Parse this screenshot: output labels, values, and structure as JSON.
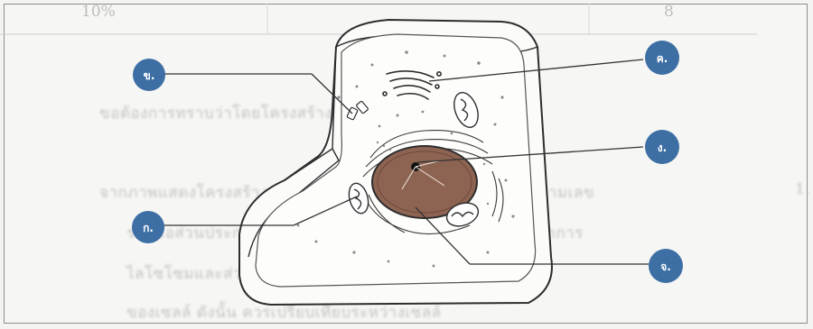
{
  "background_page": {
    "table_cells": [
      "10%",
      "8"
    ],
    "text_lines": [
      "ขอต้องการทราบว่าโดยโครงสร้างอะไรที่แตกต่างเซลล์ทั่วไป",
      "จากภาพแสดงโครงสร้างเซลล์ ให้พิจารณาส่วนประกอบที่กำหนดตามเลข",
      "ระบุชื่อส่วนประกอบและหน้าที่ของแต่ละส่วนให้ถูกต้องตามหลักการ",
      "ไลโซโซมและส่วนอื่นๆ ที่พบภายในเซลล์ตามลำดับที่กำหนดให้",
      "ของเซลล์ ดังนั้น ควรเปรียบเทียบระหว่างเซลล์"
    ],
    "question_number": "1."
  },
  "labels": {
    "kha": "ข.",
    "kho": "ค.",
    "ngo": "ง.",
    "ko": "ก.",
    "cho": "จ."
  },
  "colors": {
    "callout_fill": "#3d6fa5",
    "nucleus_fill": "#8d6452",
    "outline": "#2d2d2d",
    "leader": "#333333"
  }
}
